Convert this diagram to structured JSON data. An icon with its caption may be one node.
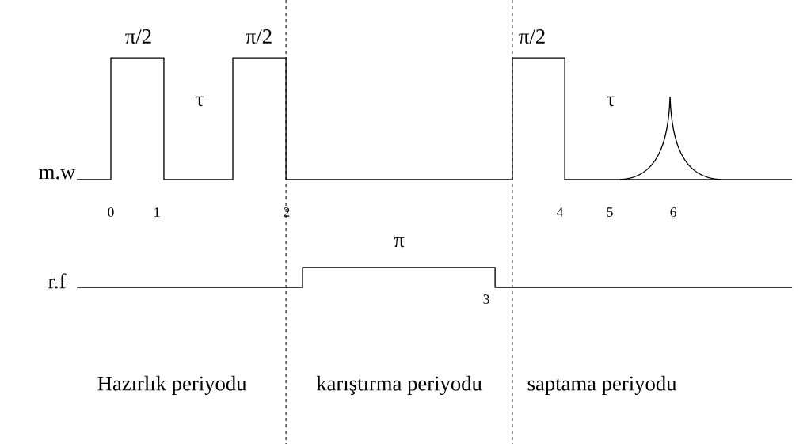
{
  "diagram": {
    "labels": [
      "π/2",
      "π/2",
      "π/2",
      "τ",
      "τ",
      "m.w",
      "0",
      "1",
      "2",
      "4",
      "5",
      "6",
      "π",
      "r.f",
      "3",
      "Hazırlık periyodu",
      "karıştırma periyodu",
      "saptama periyodu"
    ]
  }
}
